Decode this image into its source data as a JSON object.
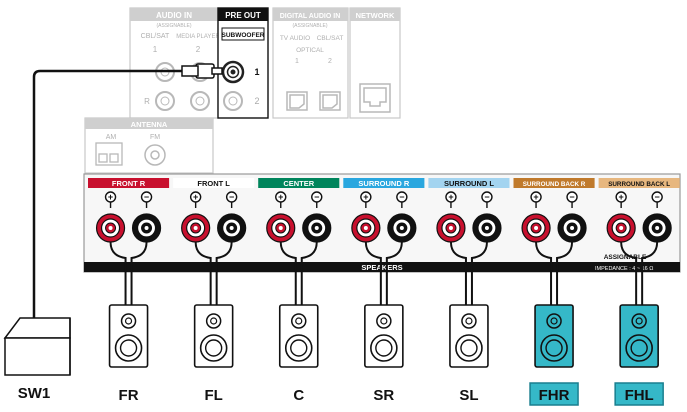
{
  "panel": {
    "audio_in": {
      "title": "AUDIO IN",
      "sub": "(ASSIGNABLE)",
      "cbl": "CBL/SAT",
      "media": "MEDIA PLAYER",
      "n1": "1",
      "n2": "2",
      "rmark": "R"
    },
    "pre_out": {
      "title": "PRE OUT",
      "box": "SUBWOOFER",
      "n1": "1",
      "n2": "2"
    },
    "digital_in": {
      "title": "DIGITAL AUDIO IN",
      "sub": "(ASSIGNABLE)",
      "tv": "TV AUDIO",
      "cbl": "CBL/SAT",
      "optical": "OPTICAL",
      "n1": "1",
      "n2": "2"
    },
    "network": {
      "title": "NETWORK"
    },
    "antenna": {
      "title": "ANTENNA",
      "am": "AM",
      "fm": "FM"
    }
  },
  "speakers": {
    "bar_label": "SPEAKERS",
    "assignable": "ASSIGNABLE",
    "impedance": "IMPEDANCE : 4 ~ 16 Ω",
    "groups": [
      {
        "label": "FRONT",
        "side": "R",
        "color": "#c8102e",
        "text_color": "#ffffff"
      },
      {
        "label": "FRONT",
        "side": "L",
        "color": "#ffffff",
        "text_color": "#111111"
      },
      {
        "label": "CENTER",
        "side": "",
        "color": "#00855c",
        "text_color": "#ffffff"
      },
      {
        "label": "SURROUND",
        "side": "R",
        "color": "#2aa7df",
        "text_color": "#ffffff"
      },
      {
        "label": "SURROUND",
        "side": "L",
        "color": "#a3d4f0",
        "text_color": "#111111"
      },
      {
        "label": "SURROUND BACK",
        "side": "R",
        "color": "#c07a2c",
        "text_color": "#ffffff"
      },
      {
        "label": "SURROUND BACK",
        "side": "L",
        "color": "#e7b77f",
        "text_color": "#111111"
      }
    ]
  },
  "speaker_boxes": [
    {
      "label": "FR",
      "highlighted": false
    },
    {
      "label": "FL",
      "highlighted": false
    },
    {
      "label": "C",
      "highlighted": false
    },
    {
      "label": "SR",
      "highlighted": false
    },
    {
      "label": "SL",
      "highlighted": false
    },
    {
      "label": "FHR",
      "highlighted": true
    },
    {
      "label": "FHL",
      "highlighted": true
    }
  ],
  "subwoofer_label": "SW1",
  "colors": {
    "highlight": "#35b8c8",
    "highlight_border": "#1a7f8f",
    "terminal_red": "#c8102e",
    "bar": "#111111"
  }
}
